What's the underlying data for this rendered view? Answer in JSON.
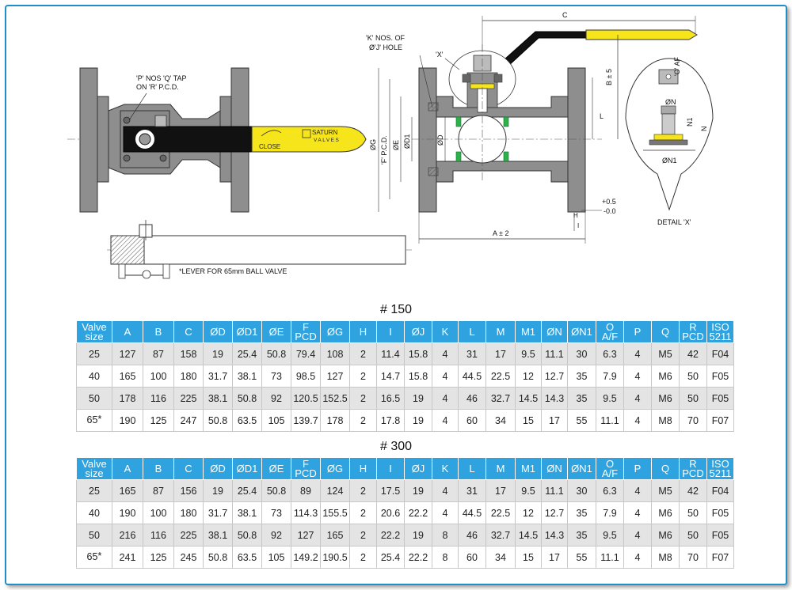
{
  "drawing": {
    "left_view": {
      "tap_note_line1": "'P' NOS 'Q' TAP",
      "tap_note_line2": "ON 'R' P.C.D.",
      "lever_text_close": "CLOSE",
      "brand_line1": "SATURN",
      "brand_line2": "VALVES"
    },
    "lever_note": "*LEVER FOR 65mm BALL VALVE",
    "section_view": {
      "hole_note_line1": "'K' NOS. OF",
      "hole_note_line2": "Ø'J' HOLE",
      "detail_mark": "'X'",
      "dim_c": "C",
      "dim_b": "B ± 5",
      "dim_l": "L",
      "dim_g": "ØG",
      "dim_f": "'F' P.C.D.",
      "dim_e": "ØE",
      "dim_d1": "ØD1",
      "dim_d": "ØD",
      "dim_a": "A ± 2",
      "dim_i": "I",
      "dim_h": "H",
      "tol_plus": "+0.5",
      "tol_minus": "-0.0"
    },
    "detail": {
      "dim_o": "'O' AF",
      "dim_n": "ØN",
      "dim_n1": "N1",
      "dim_nn": "N",
      "dim_on1": "ØN1",
      "label": "DETAIL 'X'"
    }
  },
  "tables": {
    "headers": [
      [
        "Valve",
        "size"
      ],
      [
        "A"
      ],
      [
        "B"
      ],
      [
        "C"
      ],
      [
        "ØD"
      ],
      [
        "ØD1"
      ],
      [
        "ØE"
      ],
      [
        "F",
        "PCD"
      ],
      [
        "ØG"
      ],
      [
        "H"
      ],
      [
        "I"
      ],
      [
        "ØJ"
      ],
      [
        "K"
      ],
      [
        "L"
      ],
      [
        "M"
      ],
      [
        "M1"
      ],
      [
        "ØN"
      ],
      [
        "ØN1"
      ],
      [
        "O",
        "A/F"
      ],
      [
        "P"
      ],
      [
        "Q"
      ],
      [
        "R",
        "PCD"
      ],
      [
        "ISO",
        "5211"
      ]
    ],
    "class150": {
      "title": "# 150",
      "rows": [
        [
          "25",
          "127",
          "87",
          "158",
          "19",
          "25.4",
          "50.8",
          "79.4",
          "108",
          "2",
          "11.4",
          "15.8",
          "4",
          "31",
          "17",
          "9.5",
          "11.1",
          "30",
          "6.3",
          "4",
          "M5",
          "42",
          "F04"
        ],
        [
          "40",
          "165",
          "100",
          "180",
          "31.7",
          "38.1",
          "73",
          "98.5",
          "127",
          "2",
          "14.7",
          "15.8",
          "4",
          "44.5",
          "22.5",
          "12",
          "12.7",
          "35",
          "7.9",
          "4",
          "M6",
          "50",
          "F05"
        ],
        [
          "50",
          "178",
          "116",
          "225",
          "38.1",
          "50.8",
          "92",
          "120.5",
          "152.5",
          "2",
          "16.5",
          "19",
          "4",
          "46",
          "32.7",
          "14.5",
          "14.3",
          "35",
          "9.5",
          "4",
          "M6",
          "50",
          "F05"
        ],
        [
          "65*",
          "190",
          "125",
          "247",
          "50.8",
          "63.5",
          "105",
          "139.7",
          "178",
          "2",
          "17.8",
          "19",
          "4",
          "60",
          "34",
          "15",
          "17",
          "55",
          "11.1",
          "4",
          "M8",
          "70",
          "F07"
        ]
      ]
    },
    "class300": {
      "title": "# 300",
      "rows": [
        [
          "25",
          "165",
          "87",
          "156",
          "19",
          "25.4",
          "50.8",
          "89",
          "124",
          "2",
          "17.5",
          "19",
          "4",
          "31",
          "17",
          "9.5",
          "11.1",
          "30",
          "6.3",
          "4",
          "M5",
          "42",
          "F04"
        ],
        [
          "40",
          "190",
          "100",
          "180",
          "31.7",
          "38.1",
          "73",
          "114.3",
          "155.5",
          "2",
          "20.6",
          "22.2",
          "4",
          "44.5",
          "22.5",
          "12",
          "12.7",
          "35",
          "7.9",
          "4",
          "M6",
          "50",
          "F05"
        ],
        [
          "50",
          "216",
          "116",
          "225",
          "38.1",
          "50.8",
          "92",
          "127",
          "165",
          "2",
          "22.2",
          "19",
          "8",
          "46",
          "32.7",
          "14.5",
          "14.3",
          "35",
          "9.5",
          "4",
          "M6",
          "50",
          "F05"
        ],
        [
          "65*",
          "241",
          "125",
          "245",
          "50.8",
          "63.5",
          "105",
          "149.2",
          "190.5",
          "2",
          "25.4",
          "22.2",
          "8",
          "60",
          "34",
          "15",
          "17",
          "55",
          "11.1",
          "4",
          "M8",
          "70",
          "F07"
        ]
      ]
    }
  },
  "colors": {
    "header_blue": "#2ea3df",
    "frame_blue": "#1e8fc7",
    "lever_yellow": "#f7e51c",
    "body_gray": "#8e8e8e",
    "seat_green": "#2bb24a"
  }
}
